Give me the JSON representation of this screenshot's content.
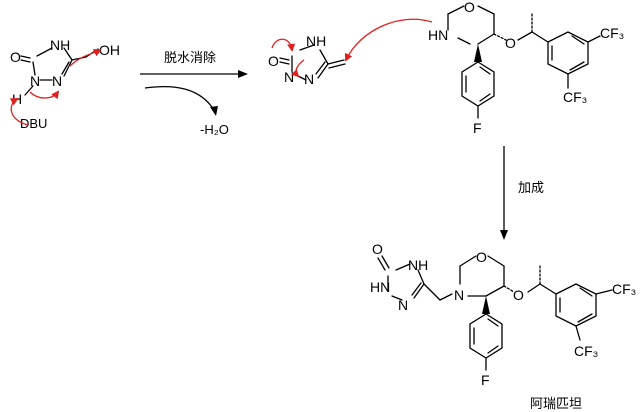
{
  "reagent_label": "DBU",
  "step1_label": "脱水消除",
  "byproduct_label": "-H₂O",
  "step2_label": "加成",
  "product_label": "阿瑞匹坦",
  "atoms": {
    "O": "O",
    "N": "N",
    "H": "H",
    "F": "F",
    "NH": "NH",
    "HN": "HN",
    "OH": "OH",
    "CF3": "CF₃"
  }
}
